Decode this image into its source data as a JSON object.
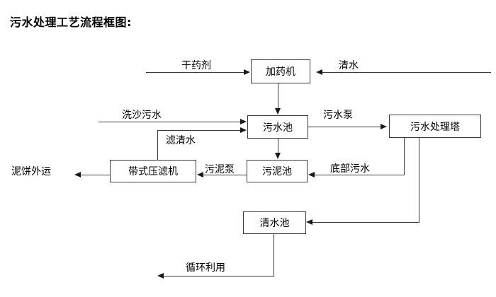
{
  "diagram": {
    "title": "污水处理工艺流程框图:",
    "nodes": [
      {
        "id": "dosing-machine",
        "label": "加药机"
      },
      {
        "id": "wastewater-pool",
        "label": "污水池"
      },
      {
        "id": "treatment-tower",
        "label": "污水处理塔"
      },
      {
        "id": "belt-filter-press",
        "label": "带式压滤机"
      },
      {
        "id": "sludge-pool",
        "label": "污泥池"
      },
      {
        "id": "clearwater-pool",
        "label": "清水池"
      }
    ],
    "terminals": [
      {
        "id": "dry-chemical",
        "label": "干药剂"
      },
      {
        "id": "clean-water",
        "label": "清水"
      },
      {
        "id": "sand-wash-wastewater",
        "label": "洗沙污水"
      },
      {
        "id": "mud-cake-out",
        "label": "泥饼外运"
      },
      {
        "id": "recycle-reuse",
        "label": "循环利用"
      }
    ],
    "edge_labels": [
      {
        "id": "wastewater-pump",
        "label": "污水泵"
      },
      {
        "id": "filtered-clear-water",
        "label": "滤清水"
      },
      {
        "id": "sludge-pump",
        "label": "污泥泵"
      },
      {
        "id": "bottom-wastewater",
        "label": "底部污水"
      }
    ],
    "colors": {
      "line": "#3a3a3a",
      "arrow": "#1a1a1a",
      "text": "#000000",
      "background": "#ffffff"
    }
  }
}
